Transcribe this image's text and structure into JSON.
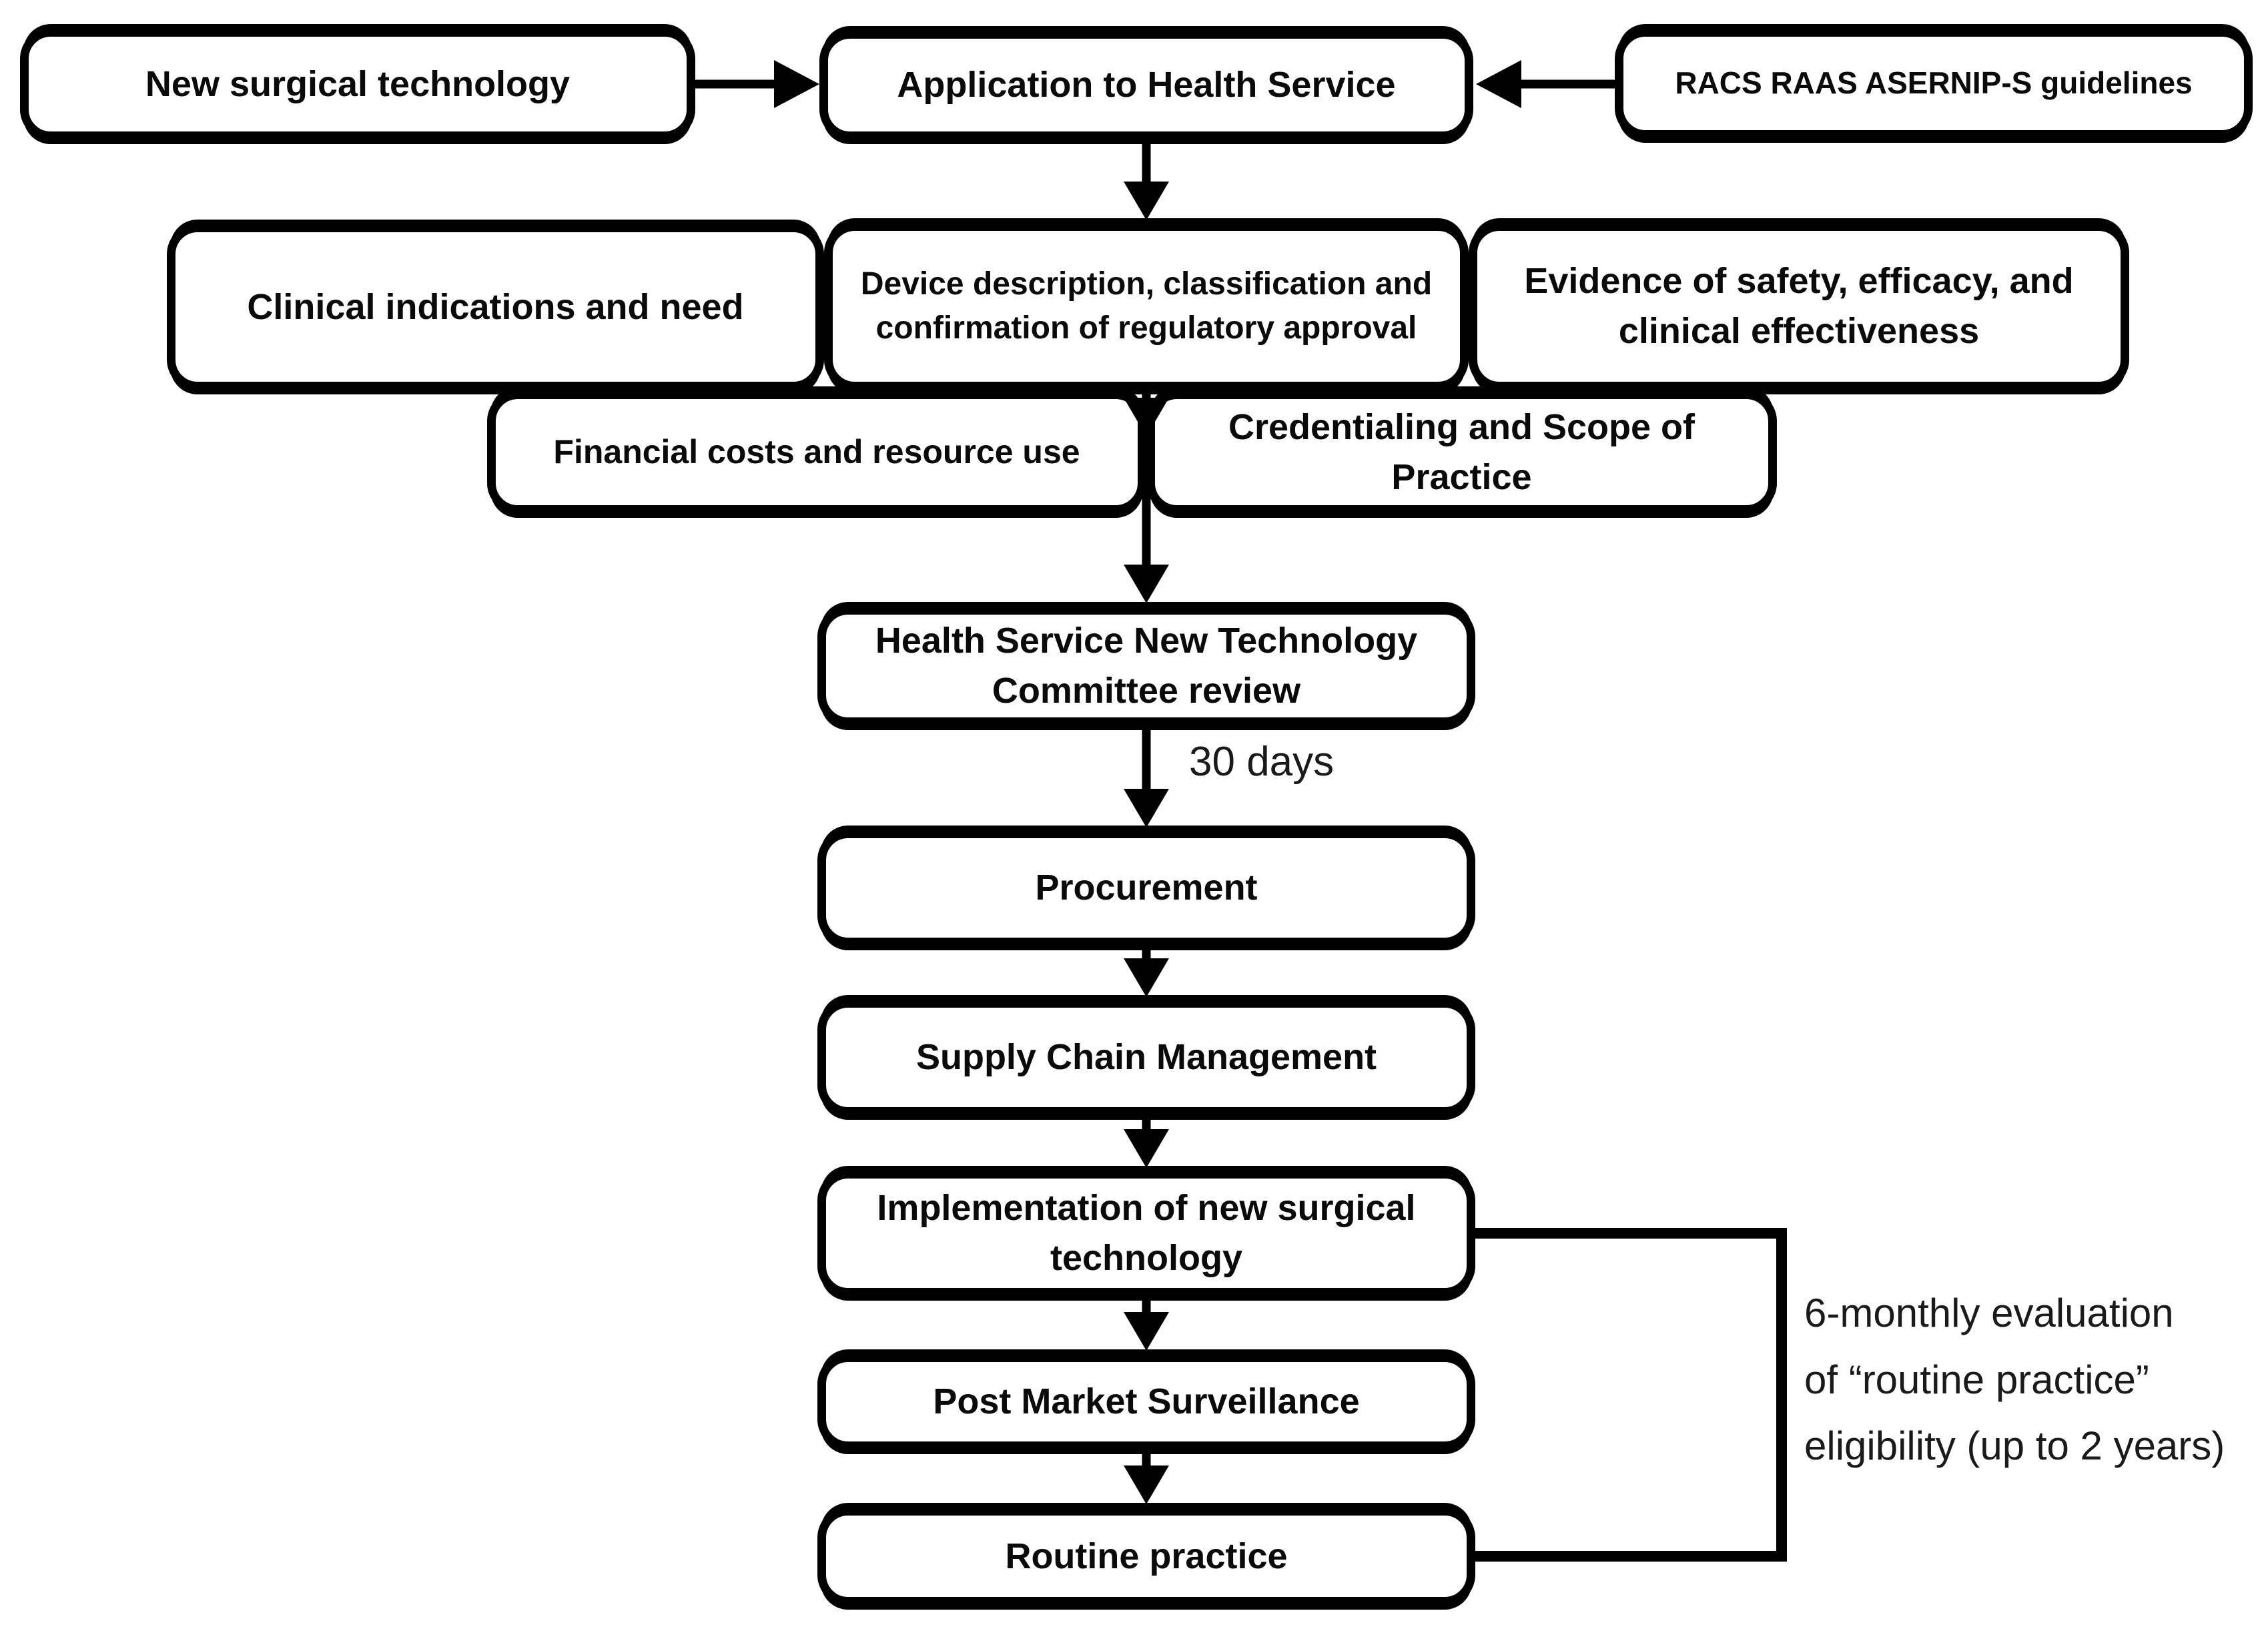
{
  "diagram": {
    "type": "flowchart",
    "colors": {
      "background": "#ffffff",
      "line": "#000000",
      "text": "#0a0a0a"
    },
    "nodes": {
      "new_surgical": {
        "label": "New surgical technology"
      },
      "application": {
        "label": "Application to Health Service"
      },
      "racs": {
        "label": "RACS RAAS ASERNIP-S guidelines"
      },
      "clinical": {
        "label": "Clinical indications and need"
      },
      "device": {
        "label": "Device description, classification and confirmation of regulatory approval"
      },
      "evidence": {
        "label": "Evidence of safety, efficacy, and clinical effectiveness"
      },
      "financial": {
        "label": "Financial costs and resource use"
      },
      "credentialing": {
        "label": "Credentialing and Scope of Practice"
      },
      "committee": {
        "label": "Health Service New Technology Committee review"
      },
      "procurement": {
        "label": "Procurement"
      },
      "supply": {
        "label": "Supply Chain Management"
      },
      "implementation": {
        "label": "Implementation of new surgical technology"
      },
      "post_market": {
        "label": "Post Market Surveillance"
      },
      "routine": {
        "label": "Routine practice"
      }
    },
    "annotations": {
      "review_duration": "30 days",
      "loop_note_line1": "6-monthly evaluation",
      "loop_note_line2": "of “routine practice”",
      "loop_note_line3": "eligibility (up to 2 years)"
    }
  }
}
